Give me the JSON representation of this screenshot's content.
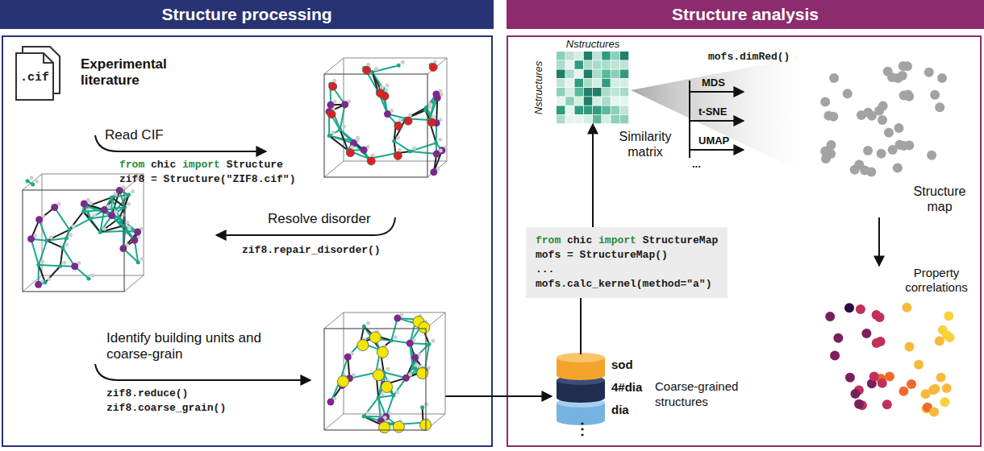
{
  "diagram": {
    "nodes": [
      {
        "text": [
          "Structure processing"
        ]
      },
      {
        "text": [
          "Structure analysis"
        ]
      },
      {
        "text": [
          ".cif"
        ],
        "in": 0
      },
      {
        "text": [
          "from chic import StructureMap",
          "mofs = StructureMap()",
          "...",
          "mofs.calc_kernel(method=\"a\")"
        ],
        "in": 1
      },
      {
        "text": [
          "Similarity matrix"
        ],
        "in": 1
      },
      {
        "text": [
          "sod",
          "4#dia",
          "dia",
          "⋮"
        ],
        "in": 1
      },
      {
        "text": [
          "Structure map"
        ],
        "in": 1
      },
      {
        "text": [
          "Property correlations"
        ],
        "in": 1
      }
    ],
    "edges": [
      {
        "from": 5,
        "to": 3,
        "arrow": "none"
      },
      {
        "from": 3,
        "to": 4,
        "arrow": "to"
      },
      {
        "from": 6,
        "to": 7,
        "arrow": "to"
      }
    ],
    "labels": [
      "Experimental literature",
      "Read CIF",
      "from chic import Structure",
      "zif8 = Structure(\"ZIF8.cif\")",
      "Resolve disorder",
      "zif8.repair_disorder()",
      "Identify building units and coarse-grain",
      "zif8.reduce()",
      "zif8.coarse_grain()",
      "Nstructures",
      "Nstructures",
      "mofs.dimRed()",
      "MDS",
      "t-SNE",
      "UMAP",
      "...",
      "Coarse-grained structures"
    ]
  }
}
